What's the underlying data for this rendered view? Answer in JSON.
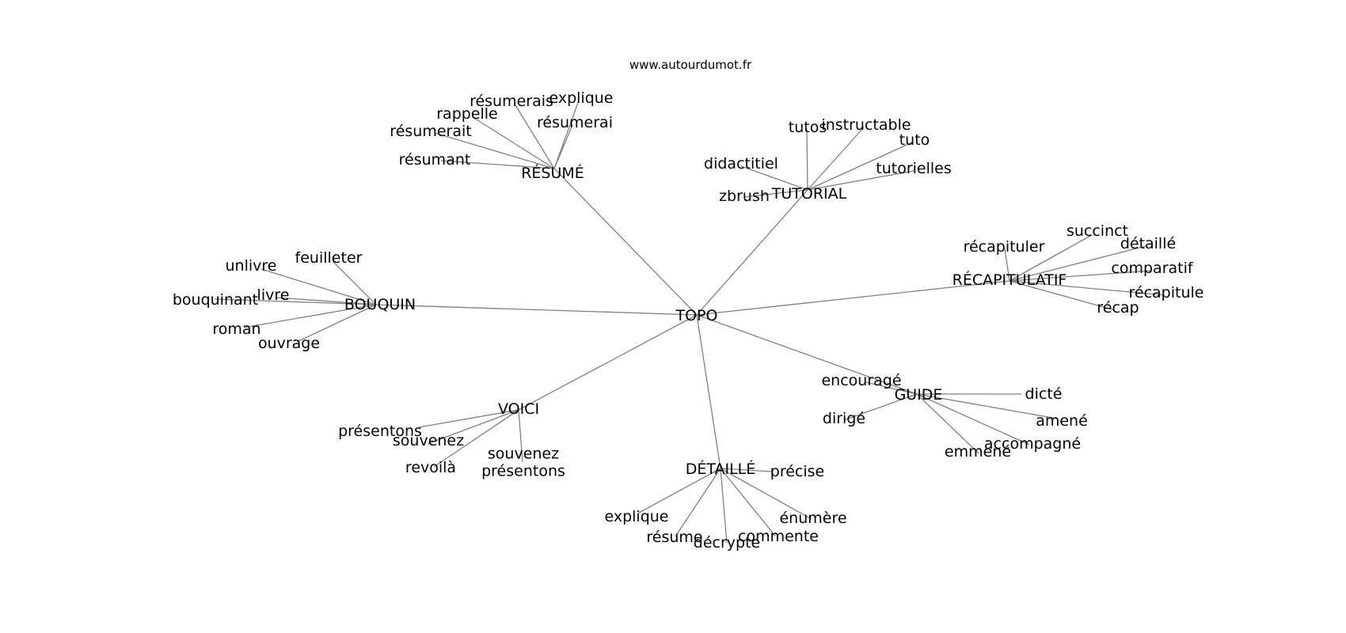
{
  "header": {
    "site": "www.autourdumot.fr"
  },
  "style": {
    "edge_color": "#808080",
    "text_color": "#000000",
    "background": "#ffffff"
  },
  "root": {
    "id": "topo",
    "label": "TOPO"
  },
  "hubs": [
    {
      "id": "resume",
      "label": "RÉSUMÉ",
      "leaves": [
        "résumerais",
        "explique",
        "rappelle",
        "résumerai",
        "résumerait",
        "résumant"
      ]
    },
    {
      "id": "tutorial",
      "label": "TUTORIAL",
      "leaves": [
        "tutos",
        "instructable",
        "tuto",
        "didactitiel",
        "tutorielles",
        "zbrush"
      ]
    },
    {
      "id": "recapitulatif",
      "label": "RÉCAPITULATIF",
      "leaves": [
        "succinct",
        "récapituler",
        "détaillé",
        "comparatif",
        "récapitule",
        "récap"
      ]
    },
    {
      "id": "guide",
      "label": "GUIDE",
      "leaves": [
        "encouragé",
        "dicté",
        "dirigé",
        "amené",
        "accompagné",
        "emmené"
      ]
    },
    {
      "id": "detaille",
      "label": "DÉTAILLÉ",
      "leaves": [
        "précise",
        "explique",
        "énumère",
        "résume",
        "décrypte",
        "commente"
      ]
    },
    {
      "id": "voici",
      "label": "VOICI",
      "leaves": [
        "présentons",
        "souvenez",
        "revoilà",
        "souvenez présentons"
      ]
    },
    {
      "id": "bouquin",
      "label": "BOUQUIN",
      "leaves": [
        "feuilleter",
        "unlivre",
        "livre",
        "bouquinant",
        "roman",
        "ouvrage"
      ]
    }
  ]
}
